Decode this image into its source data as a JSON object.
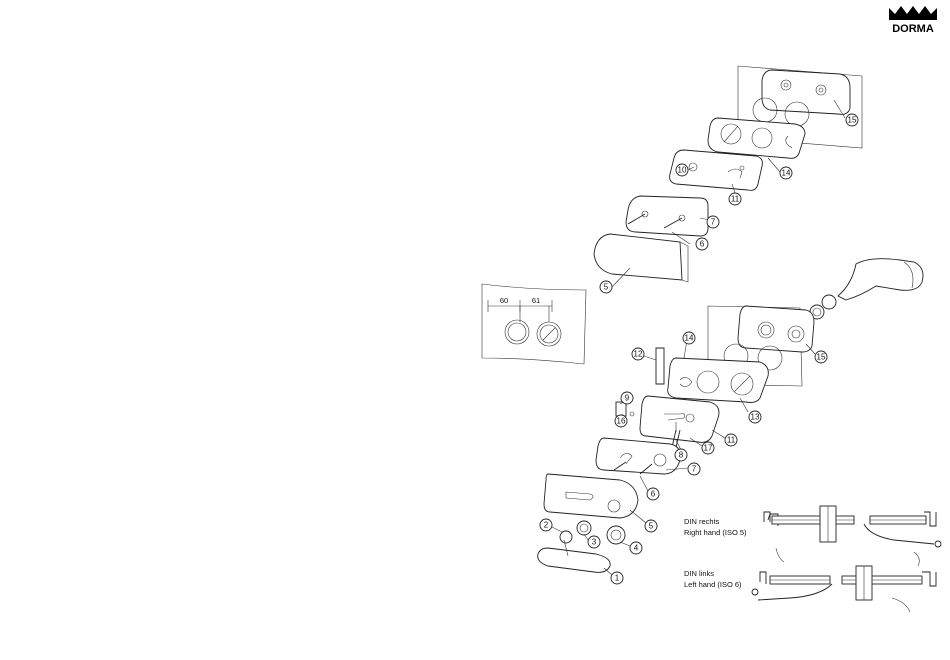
{
  "brand": {
    "name": "DORMA"
  },
  "dimensions": {
    "left": "60",
    "right": "61"
  },
  "callouts": {
    "upper": [
      "15",
      "14",
      "10",
      "11",
      "7",
      "6",
      "5"
    ],
    "lower": [
      "15",
      "14",
      "12",
      "9",
      "16",
      "13",
      "11",
      "8",
      "17",
      "7",
      "6",
      "5",
      "2",
      "3",
      "4",
      "1"
    ]
  },
  "hand_labels": {
    "right_de": "DIN rechts",
    "right_en": "Right hand (ISO 5)",
    "left_de": "DIN links",
    "left_en": "Left hand (ISO 6)"
  }
}
